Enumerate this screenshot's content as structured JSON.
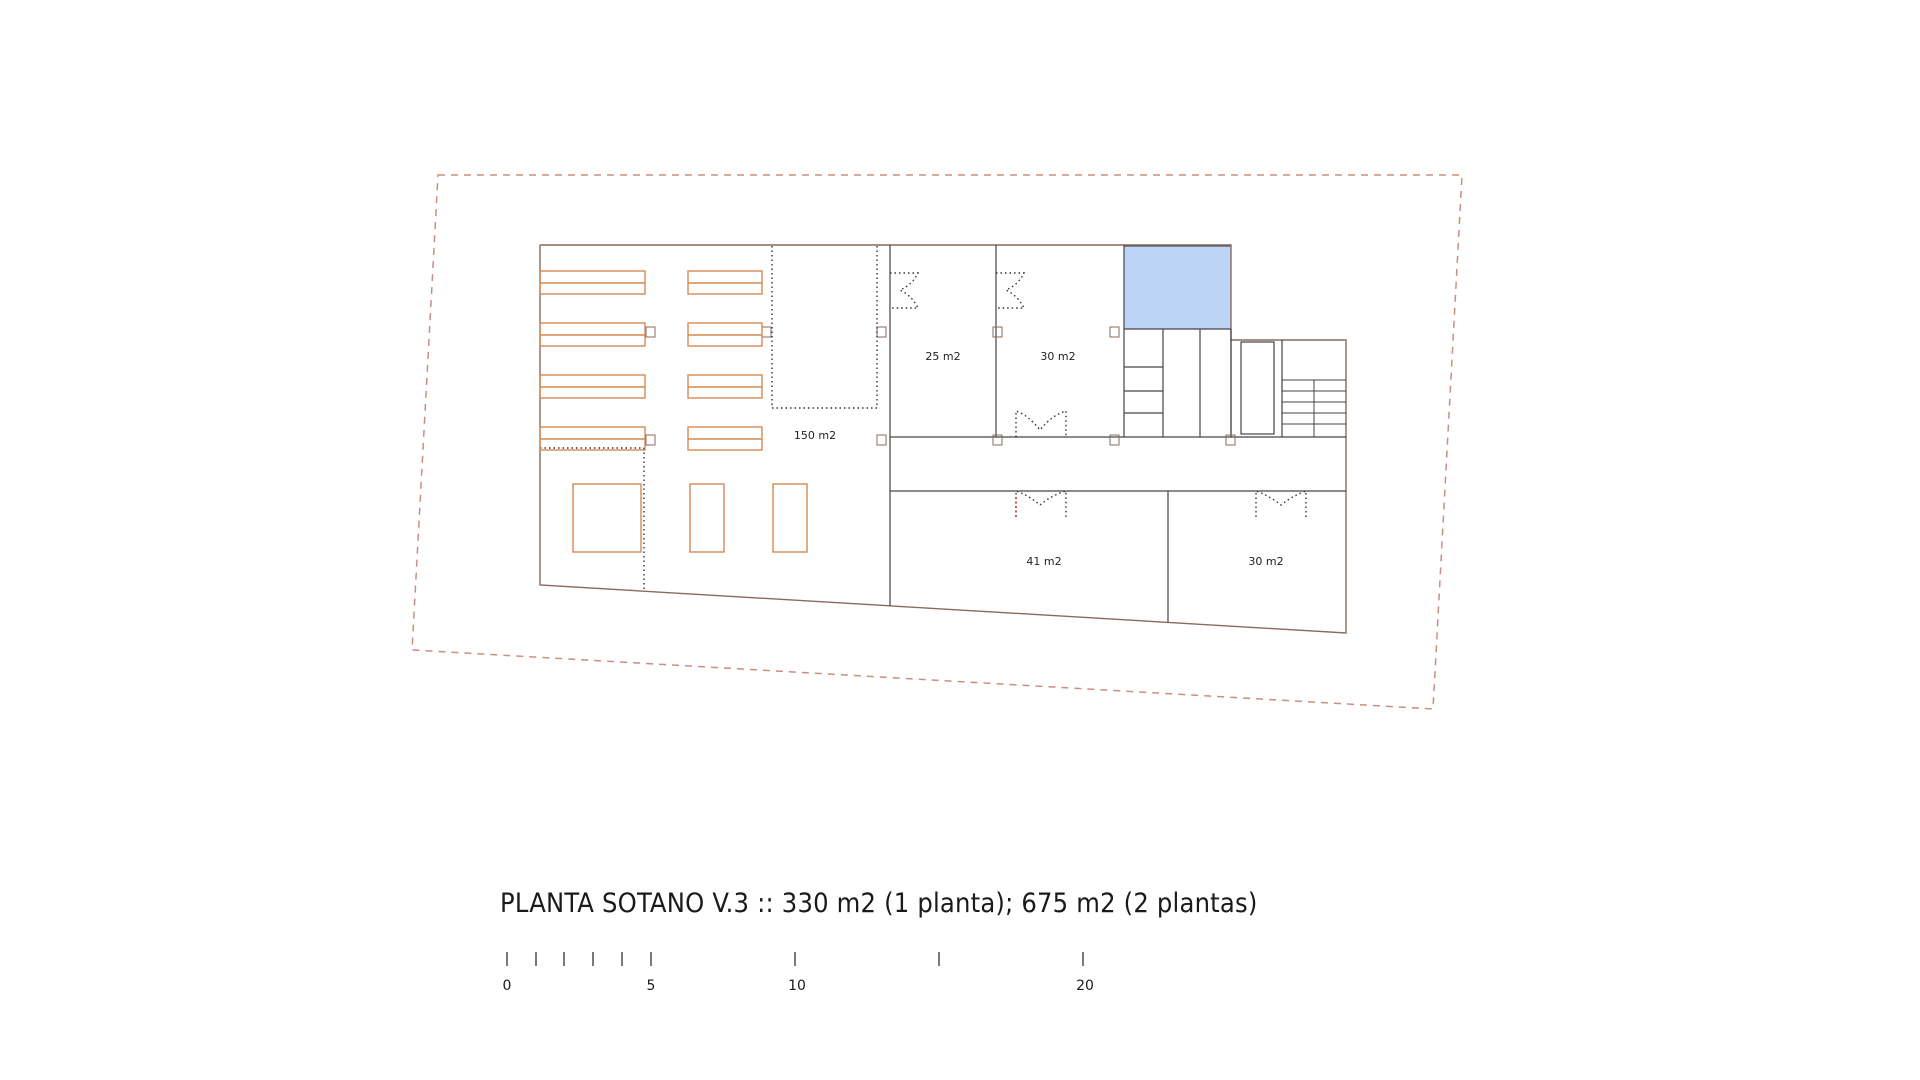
{
  "title": "PLANTA SOTANO V.3 :: 330 m2 (1 planta); 675 m2 (2 plantas)",
  "rooms": {
    "main_hall": "150 m2",
    "room_a": "25 m2",
    "room_b": "30 m2",
    "room_c": "41 m2",
    "room_d": "30 m2"
  },
  "scale": {
    "ticks": [
      "0",
      "5",
      "10",
      "20"
    ]
  },
  "colors": {
    "wall": "#8a6a5e",
    "furniture": "#d58a52",
    "plot_boundary": "#c98f80",
    "highlight_room": "#bdd4f7",
    "dark_line": "#333333"
  }
}
